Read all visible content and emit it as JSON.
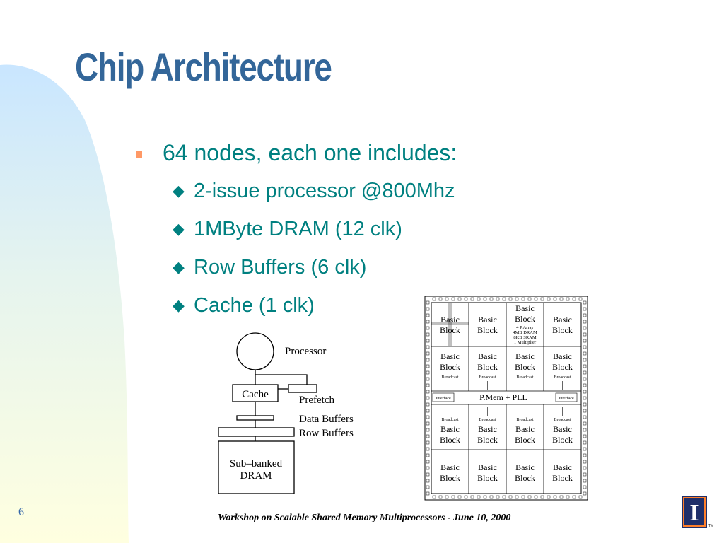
{
  "title": "Chip Architecture",
  "bullets": {
    "main": "64 nodes, each one includes:",
    "sub": [
      "2-issue processor @800Mhz",
      "1MByte DRAM (12 clk)",
      "Row Buffers (6 clk)",
      "Cache (1 clk)"
    ]
  },
  "node_diagram": {
    "processor": "Processor",
    "cache": "Cache",
    "prefetch": "Prefetch",
    "data_buffers": "Data Buffers",
    "row_buffers": "Row Buffers",
    "dram_line1": "Sub–banked",
    "dram_line2": "DRAM"
  },
  "chip_diagram": {
    "basic": "Basic",
    "block": "Block",
    "broadcast": "Broadcast",
    "interface": "Interface",
    "pmem": "P.Mem + PLL",
    "detail": [
      "4 P.Array",
      "4MB DRAM",
      "8KB SRAM",
      "1 Multiplier"
    ]
  },
  "slide_number": "6",
  "footer": "Workshop on Scalable Shared Memory Multiprocessors - June 10, 2000",
  "logo_letter": "I",
  "logo_tm": "TM",
  "colors": {
    "title": "#336699",
    "text": "#008080",
    "bullet": "#ff9966",
    "gradient_light": "#ffffe0",
    "gradient_blue": "#cce8ff"
  }
}
